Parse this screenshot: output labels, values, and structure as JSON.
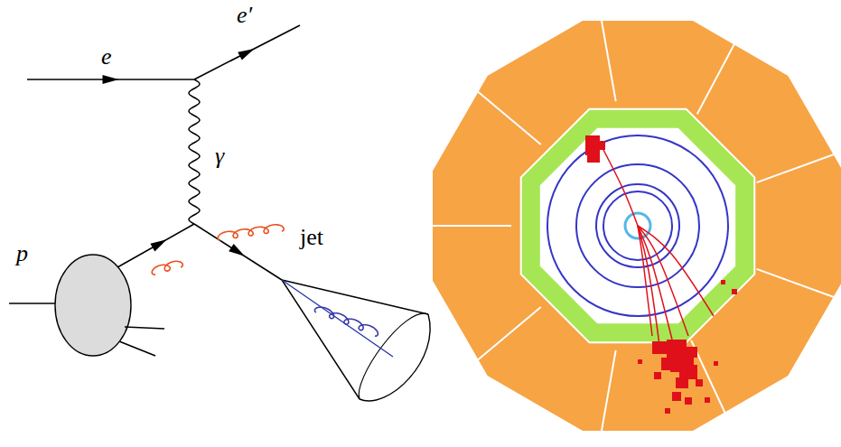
{
  "diagram": {
    "labels": [
      "e",
      "e′",
      "γ",
      "jet",
      "p"
    ]
  }
}
